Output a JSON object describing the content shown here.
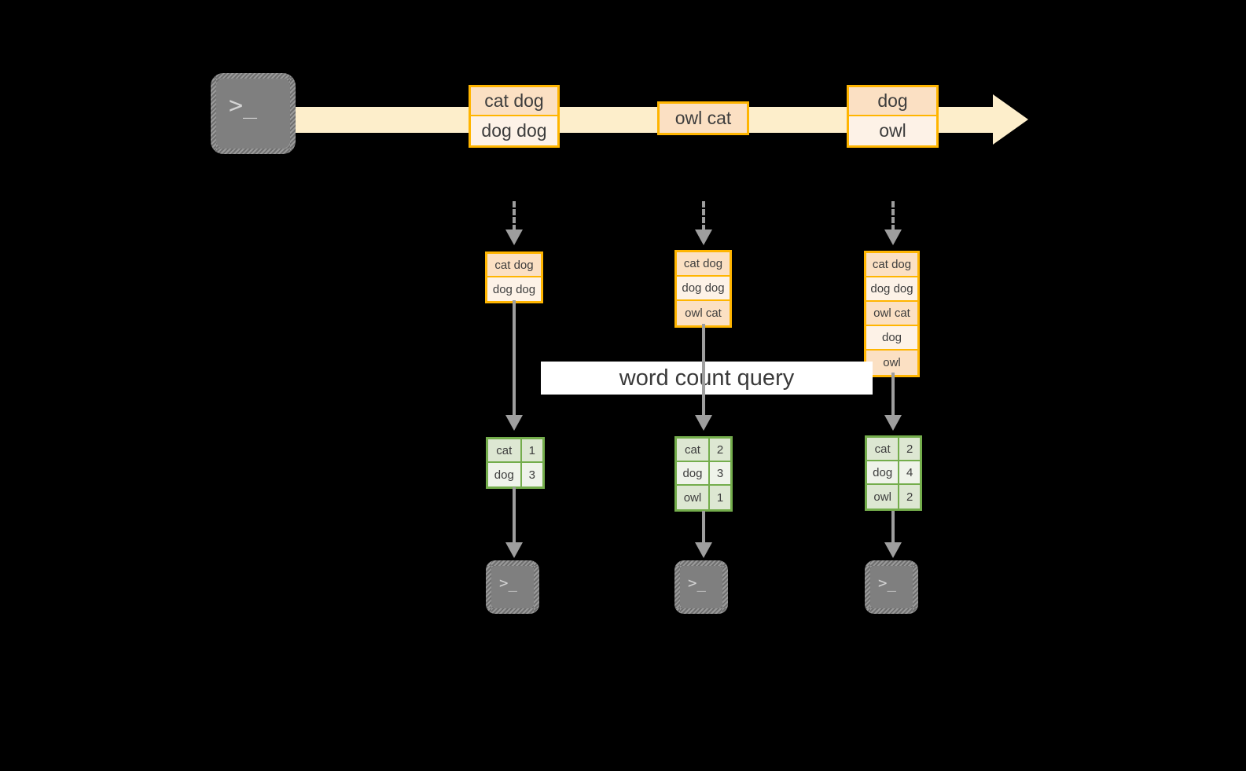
{
  "diagram": {
    "title": "word count query",
    "colors": {
      "background": "#000000",
      "stream_band": "#fdeecb",
      "record_border": "#ffb500",
      "record_fill_dark": "#fbe0c3",
      "record_fill_light": "#fdf2e7",
      "count_border": "#74ad4c",
      "count_fill_dark": "#dde7d2",
      "count_fill_light": "#eff3ea",
      "arrow_gray": "#9e9e9e",
      "terminal_gray": "#7f7f7f",
      "label_background": "#ffffff"
    },
    "source": {
      "icon": "terminal-icon",
      "prompt": ">_"
    },
    "stream": {
      "icon": "right-arrow-icon",
      "groups": [
        {
          "lines": [
            {
              "text": "cat dog",
              "shade": "dark"
            },
            {
              "text": "dog dog",
              "shade": "light"
            }
          ]
        },
        {
          "lines": [
            {
              "text": "owl cat",
              "shade": "dark"
            }
          ]
        },
        {
          "lines": [
            {
              "text": "dog",
              "shade": "dark"
            },
            {
              "text": "owl",
              "shade": "light"
            }
          ]
        }
      ]
    },
    "snapshots": [
      {
        "ingest_icon": "dashed-down-arrow-icon",
        "input": {
          "lines": [
            {
              "text": "cat dog",
              "shade": "dark"
            },
            {
              "text": "dog dog",
              "shade": "light"
            }
          ]
        },
        "query_icon": "down-arrow-icon",
        "result": {
          "rows": [
            {
              "word": "cat",
              "count": "1",
              "shade": "dark"
            },
            {
              "word": "dog",
              "count": "3",
              "shade": "light"
            }
          ]
        },
        "output_icon": "down-arrow-icon",
        "sink": {
          "icon": "terminal-icon",
          "prompt": ">_"
        }
      },
      {
        "ingest_icon": "dashed-down-arrow-icon",
        "input": {
          "lines": [
            {
              "text": "cat dog",
              "shade": "dark"
            },
            {
              "text": "dog dog",
              "shade": "light"
            },
            {
              "text": "owl cat",
              "shade": "dark"
            }
          ]
        },
        "query_icon": "down-arrow-icon",
        "result": {
          "rows": [
            {
              "word": "cat",
              "count": "2",
              "shade": "dark"
            },
            {
              "word": "dog",
              "count": "3",
              "shade": "light"
            },
            {
              "word": "owl",
              "count": "1",
              "shade": "dark"
            }
          ]
        },
        "output_icon": "down-arrow-icon",
        "sink": {
          "icon": "terminal-icon",
          "prompt": ">_"
        }
      },
      {
        "ingest_icon": "dashed-down-arrow-icon",
        "input": {
          "lines": [
            {
              "text": "cat dog",
              "shade": "dark"
            },
            {
              "text": "dog dog",
              "shade": "light"
            },
            {
              "text": "owl cat",
              "shade": "dark"
            },
            {
              "text": "dog",
              "shade": "light"
            },
            {
              "text": "owl",
              "shade": "dark"
            }
          ]
        },
        "query_icon": "down-arrow-icon",
        "result": {
          "rows": [
            {
              "word": "cat",
              "count": "2",
              "shade": "dark"
            },
            {
              "word": "dog",
              "count": "4",
              "shade": "light"
            },
            {
              "word": "owl",
              "count": "2",
              "shade": "dark"
            }
          ]
        },
        "output_icon": "down-arrow-icon",
        "sink": {
          "icon": "terminal-icon",
          "prompt": ">_"
        }
      }
    ]
  }
}
